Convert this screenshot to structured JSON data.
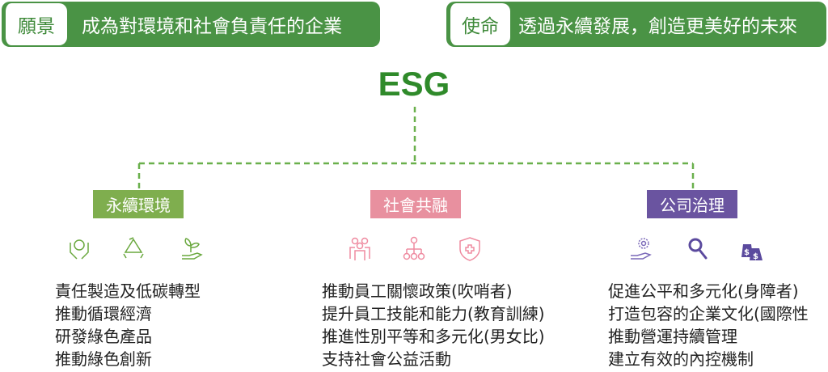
{
  "vision": {
    "label": "願景",
    "text": "成為對環境和社會負責任的企業"
  },
  "mission": {
    "label": "使命",
    "text": "透過永續發展，創造更美好的未來"
  },
  "title": "ESG",
  "colors": {
    "banner": "#4a9345",
    "environment": "#7fae4e",
    "social": "#e8909f",
    "governance": "#6a54a0"
  },
  "pillars": [
    {
      "label": "永續環境",
      "icons": [
        "hands-globe-icon",
        "recycle-icon",
        "hand-plant-icon"
      ],
      "items": [
        "責任製造及低碳轉型",
        "推動循環經濟",
        "研發綠色產品",
        "推動綠色創新"
      ]
    },
    {
      "label": "社會共融",
      "icons": [
        "people-group-icon",
        "org-chart-icon",
        "shield-cross-icon"
      ],
      "items": [
        "推動員工關懷政策(吹哨者)",
        "提升員工技能和能力(教育訓練)",
        "推進性別平等和多元化(男女比)",
        "支持社會公益活動"
      ]
    },
    {
      "label": "公司治理",
      "icons": [
        "hand-gear-icon",
        "magnifier-icon",
        "money-bags-icon"
      ],
      "items": [
        "促進公平和多元化(身障者)",
        "打造包容的企業文化(國際性",
        "推動營運持續管理",
        "建立有效的內控機制"
      ]
    }
  ]
}
